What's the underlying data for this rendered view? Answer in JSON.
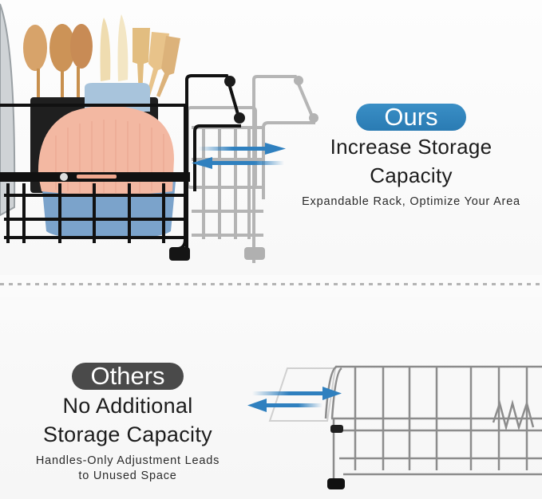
{
  "comparison": {
    "ours": {
      "badge": "Ours",
      "badge_color": "#2f84bd",
      "headline_line1": "Increase Storage",
      "headline_line2": "Capacity",
      "subtext": "Expandable Rack, Optimize Your Area",
      "illustration": "black-expandable-dish-rack-with-utensils-bowls-and-ghosted-extension"
    },
    "others": {
      "badge": "Others",
      "badge_color": "#4a4a4a",
      "headline_line1": "No Additional",
      "headline_line2": "Storage Capacity",
      "subtext_line1": "Handles-Only Adjustment Leads",
      "subtext_line2": "to Unused Space",
      "illustration": "chrome-wire-dish-rack-with-handle-only-extension"
    }
  },
  "icons": {
    "expand_arrows": "double-horizontal-arrows-icon",
    "arrow_color": "#2f80bf"
  }
}
